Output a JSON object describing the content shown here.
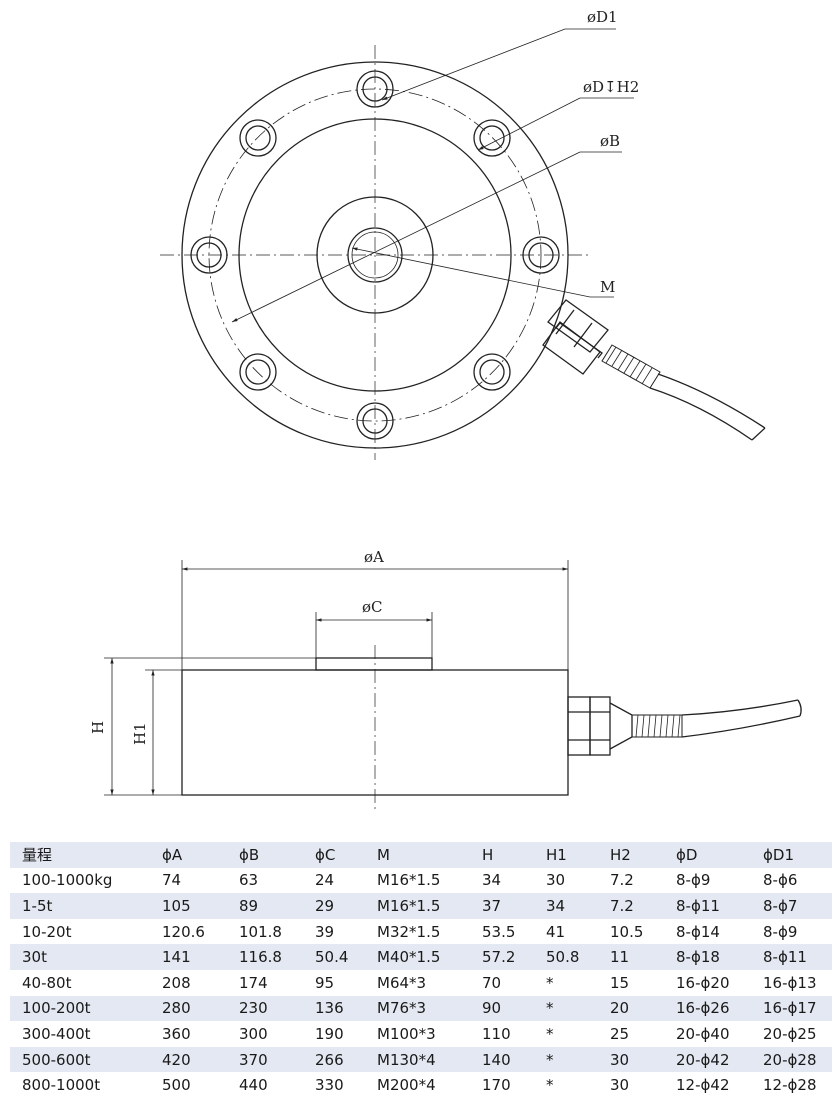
{
  "labels": {
    "d1": "øD1",
    "d_h2": "øD↧H2",
    "b": "øB",
    "m": "M",
    "a": "øA",
    "c": "øC",
    "h": "H",
    "h1": "H1"
  },
  "table": {
    "headers": [
      "量程",
      "ϕA",
      "ϕB",
      "ϕC",
      "M",
      "H",
      "H1",
      "H2",
      "ϕD",
      "ϕD1"
    ],
    "rows": [
      [
        "100-1000kg",
        "74",
        "63",
        "24",
        "M16*1.5",
        "34",
        "30",
        "7.2",
        "8-ϕ9",
        "8-ϕ6"
      ],
      [
        "1-5t",
        "105",
        "89",
        "29",
        "M16*1.5",
        "37",
        "34",
        "7.2",
        "8-ϕ11",
        "8-ϕ7"
      ],
      [
        "10-20t",
        "120.6",
        "101.8",
        "39",
        "M32*1.5",
        "53.5",
        "41",
        "10.5",
        "8-ϕ14",
        "8-ϕ9"
      ],
      [
        "30t",
        "141",
        "116.8",
        "50.4",
        "M40*1.5",
        "57.2",
        "50.8",
        "11",
        "8-ϕ18",
        "8-ϕ11"
      ],
      [
        "40-80t",
        "208",
        "174",
        "95",
        "M64*3",
        "70",
        "*",
        "15",
        "16-ϕ20",
        "16-ϕ13"
      ],
      [
        "100-200t",
        "280",
        "230",
        "136",
        "M76*3",
        "90",
        "*",
        "20",
        "16-ϕ26",
        "16-ϕ17"
      ],
      [
        "300-400t",
        "360",
        "300",
        "190",
        "M100*3",
        "110",
        "*",
        "25",
        "20-ϕ40",
        "20-ϕ25"
      ],
      [
        "500-600t",
        "420",
        "370",
        "266",
        "M130*4",
        "140",
        "*",
        "30",
        "20-ϕ42",
        "20-ϕ28"
      ],
      [
        "800-1000t",
        "500",
        "440",
        "330",
        "M200*4",
        "170",
        "*",
        "30",
        "12-ϕ42",
        "12-ϕ28"
      ]
    ]
  },
  "colors": {
    "line": "#222222",
    "table_stripe": "#e4e8f2"
  }
}
